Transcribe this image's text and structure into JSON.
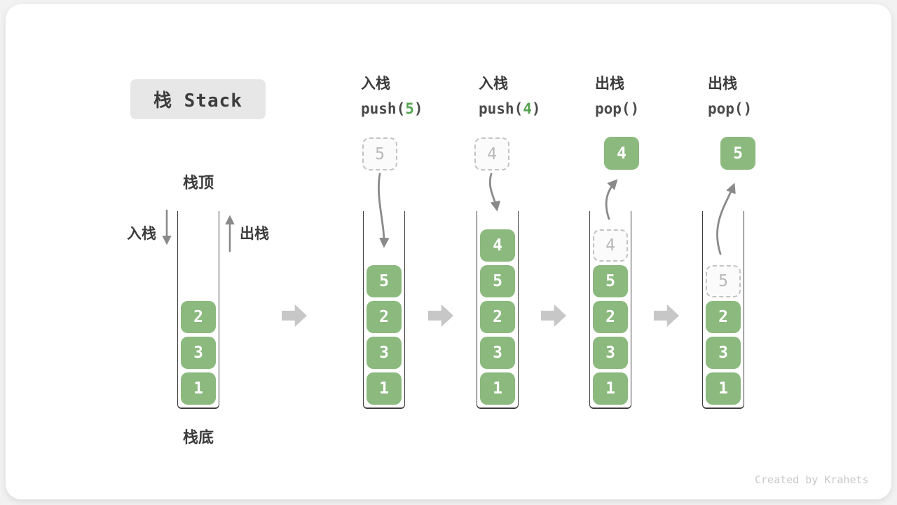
{
  "title": "栈 Stack",
  "labels": {
    "stack_top": "栈顶",
    "stack_bottom": "栈底",
    "push_side": "入栈",
    "pop_side": "出栈"
  },
  "operations": [
    {
      "name": "入栈",
      "code": "push(",
      "arg": "5",
      "close": ")"
    },
    {
      "name": "入栈",
      "code": "push(",
      "arg": "4",
      "close": ")"
    },
    {
      "name": "出栈",
      "code": "pop(",
      "arg": "",
      "close": ")"
    },
    {
      "name": "出栈",
      "code": "pop(",
      "arg": "",
      "close": ")"
    }
  ],
  "floats": [
    {
      "v": "5",
      "style": "ghost"
    },
    {
      "v": "4",
      "style": "ghost"
    },
    {
      "v": "4",
      "style": "solid"
    },
    {
      "v": "5",
      "style": "solid"
    }
  ],
  "stacks": [
    {
      "cells": [
        {
          "v": "1"
        },
        {
          "v": "3"
        },
        {
          "v": "2"
        }
      ]
    },
    {
      "cells": [
        {
          "v": "1"
        },
        {
          "v": "3"
        },
        {
          "v": "2"
        },
        {
          "v": "5"
        }
      ]
    },
    {
      "cells": [
        {
          "v": "1"
        },
        {
          "v": "3"
        },
        {
          "v": "2"
        },
        {
          "v": "5"
        },
        {
          "v": "4"
        }
      ]
    },
    {
      "cells": [
        {
          "v": "1"
        },
        {
          "v": "3"
        },
        {
          "v": "2"
        },
        {
          "v": "5"
        },
        {
          "v": "4",
          "ghost": true
        }
      ]
    },
    {
      "cells": [
        {
          "v": "1"
        },
        {
          "v": "3"
        },
        {
          "v": "2"
        },
        {
          "v": "5",
          "ghost": true
        }
      ]
    }
  ],
  "colors": {
    "element_green": "#8bb97e",
    "code_arg_green": "#55a34e",
    "curve_arrow_gray": "#8a8a8a",
    "block_arrow_gray": "#c7c7c7",
    "title_bg": "#e7e7e7",
    "text_dark": "#3c3c3c"
  },
  "watermark": "Created by Krahets"
}
